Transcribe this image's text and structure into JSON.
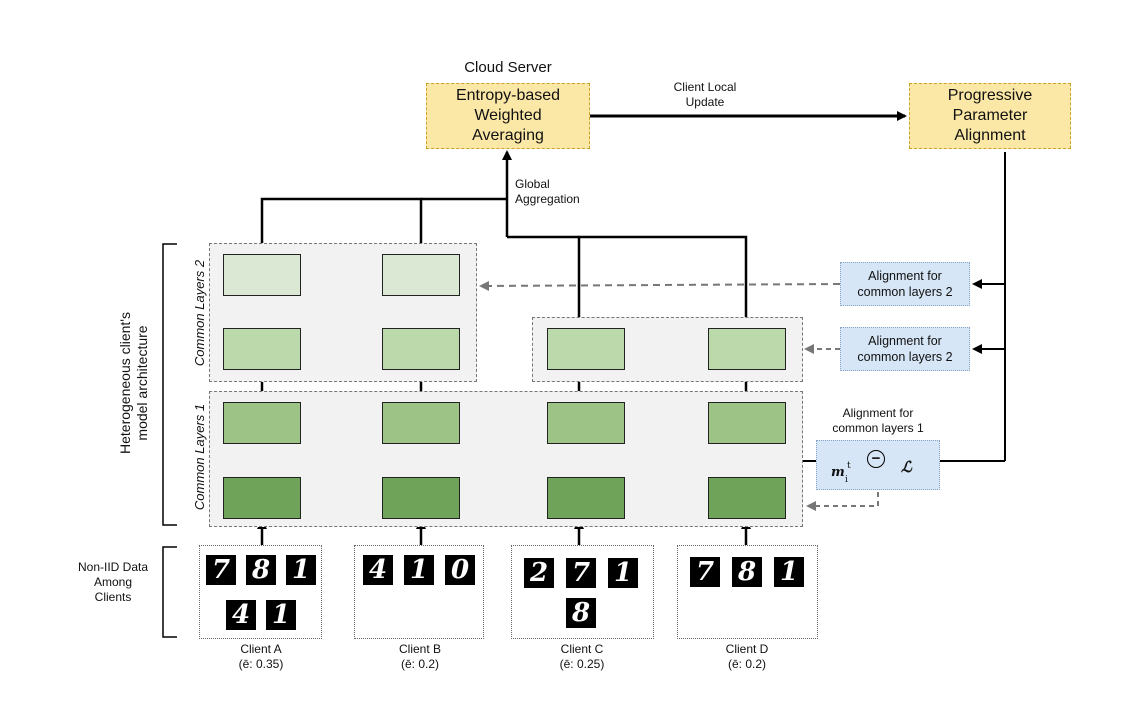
{
  "server": {
    "title": "Cloud Server",
    "entropy_box": [
      "Entropy-based",
      "Weighted",
      "Averaging"
    ],
    "progressive_box": [
      "Progressive",
      "Parameter",
      "Alignment"
    ],
    "update_label": [
      "Client Local",
      "Update"
    ],
    "aggregation_label": [
      "Global",
      "Aggregation"
    ]
  },
  "alignment": {
    "box_top": [
      "Alignment for",
      "common layers 2"
    ],
    "box_mid": [
      "Alignment for",
      "common layers 2"
    ],
    "label_bottom": [
      "Alignment for",
      "common layers 1"
    ],
    "symbol_m": "m",
    "symbol_sub": "i",
    "symbol_sup": "t",
    "symbol_minus": "−",
    "symbol_loss": "ℒ"
  },
  "side_labels": {
    "architecture": [
      "Heterogeneous client's",
      "model architecture"
    ],
    "common2": "Common Layers 2",
    "common1": "Common Layers 1",
    "noniid": [
      "Non-IID Data",
      "Among",
      "Clients"
    ]
  },
  "clients": [
    {
      "name": "Client A",
      "entropy": "(ē: 0.35)",
      "digits": [
        "7",
        "8",
        "1",
        "4",
        "1"
      ]
    },
    {
      "name": "Client B",
      "entropy": "(ē: 0.2)",
      "digits": [
        "4",
        "1",
        "0"
      ]
    },
    {
      "name": "Client C",
      "entropy": "(ē: 0.25)",
      "digits": [
        "2",
        "7",
        "1",
        "8"
      ]
    },
    {
      "name": "Client D",
      "entropy": "(ē: 0.2)",
      "digits": [
        "7",
        "8",
        "1"
      ]
    }
  ],
  "colors": {
    "layer_dark": "#6fa35a",
    "layer_mid": "#9dc486",
    "layer_light": "#bcd9ab",
    "layer_lightest": "#dbe8d3",
    "server_box": "#fbe8a6",
    "alignment_box": "#d6e6f6"
  }
}
